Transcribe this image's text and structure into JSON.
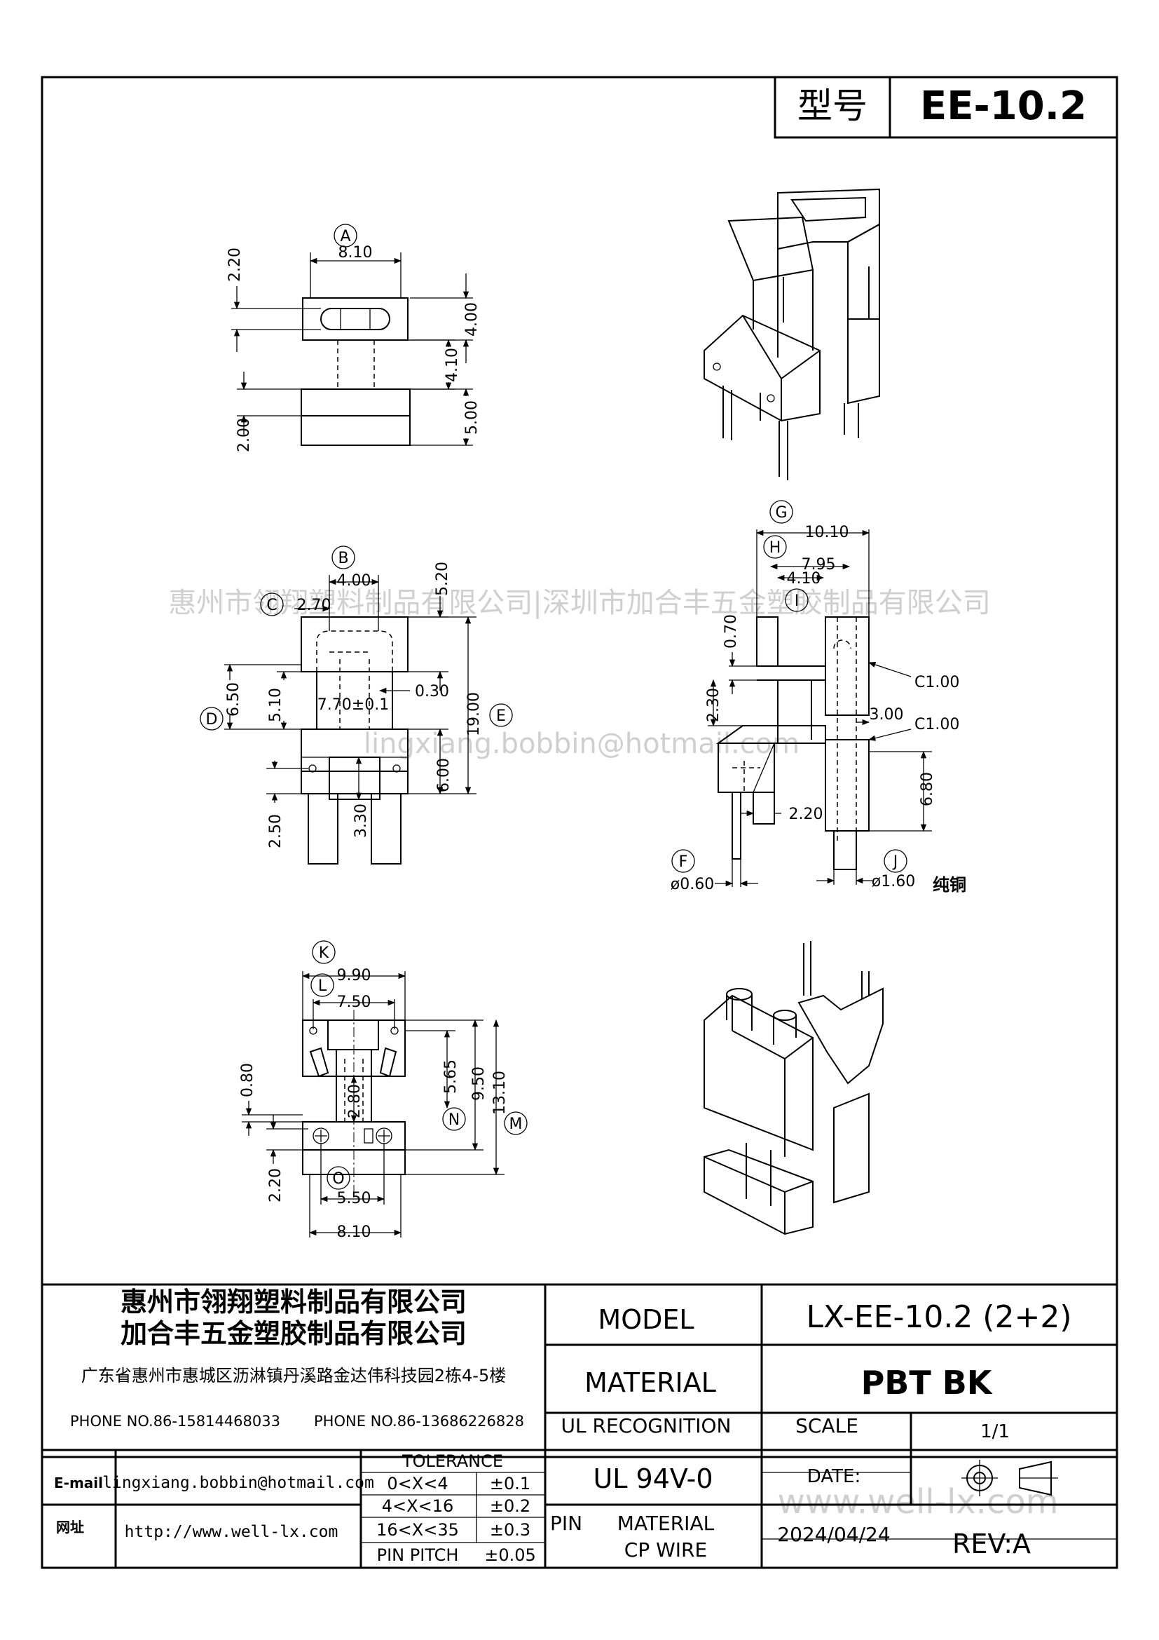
{
  "header": {
    "model_label": "型号",
    "model_value": "EE-10.2"
  },
  "watermark": {
    "company": "惠州市翎翔塑料制品有限公司|深圳市加合丰五金塑胶制品有限公司",
    "email": "lingxiang.bobbin@hotmail.com",
    "website": "www.well-lx.com"
  },
  "drawing": {
    "top_view": {
      "label_a": "A",
      "dims": [
        "8.10",
        "2.20",
        "4.00",
        "4.10",
        "5.00",
        "2.00"
      ]
    },
    "front_view": {
      "label_b": "B",
      "label_c": "C",
      "label_d": "D",
      "label_e": "E",
      "dims": [
        "4.00",
        "2.70",
        "5.20",
        "0.30",
        "7.70±0.1",
        "6.50",
        "5.10",
        "19.00",
        "6.00",
        "2.50",
        "3.30"
      ]
    },
    "side_view": {
      "label_g": "G",
      "label_h": "H",
      "label_i": "I",
      "label_f": "F",
      "label_j": "J",
      "dims": [
        "10.10",
        "7.95",
        "4.10",
        "0.70",
        "2.30",
        "C1.00",
        "3.00",
        "C1.00",
        "6.80",
        "2.20",
        "ø0.60",
        "ø1.60"
      ],
      "pin_note": "纯铜"
    },
    "bottom_view": {
      "label_k": "K",
      "label_l": "L",
      "label_m": "M",
      "label_n": "N",
      "label_o": "O",
      "dims": [
        "9.90",
        "7.50",
        "0.80",
        "2.80",
        "5.65",
        "9.50",
        "13.10",
        "2.20",
        "5.50",
        "8.10"
      ]
    }
  },
  "title_block": {
    "company_1": "惠州市翎翔塑料制品有限公司",
    "company_2": "加合丰五金塑胶制品有限公司",
    "address": "广东省惠州市惠城区沥淋镇丹溪路金达伟科技园2栋4-5楼",
    "phone_1": "PHONE NO.86-15814468033",
    "phone_2": "PHONE NO.86-13686226828",
    "email_label": "E-mail",
    "email_value": "lingxiang.bobbin@hotmail.com",
    "web_label": "网址",
    "web_value": "http://www.well-lx.com",
    "tolerance_header": "TOLERANCE",
    "tolerance_rows": [
      {
        "range": "0<X<4",
        "value": "±0.1"
      },
      {
        "range": "4<X<16",
        "value": "±0.2"
      },
      {
        "range": "16<X<35",
        "value": "±0.3"
      },
      {
        "range": "PIN PITCH",
        "value": "±0.05"
      }
    ],
    "model_label": "MODEL",
    "model_value": "LX-EE-10.2 (2+2)",
    "material_label": "MATERIAL",
    "material_value": "PBT BK",
    "ul_label": "UL RECOGNITION",
    "ul_value": "UL 94V-0",
    "scale_label": "SCALE",
    "scale_value": "1/1",
    "date_label": "DATE:",
    "date_value": "2024/04/24",
    "pin_material_label_1": "PIN",
    "pin_material_label_2": "MATERIAL",
    "pin_material_value": "CP WIRE",
    "rev": "REV:A"
  }
}
